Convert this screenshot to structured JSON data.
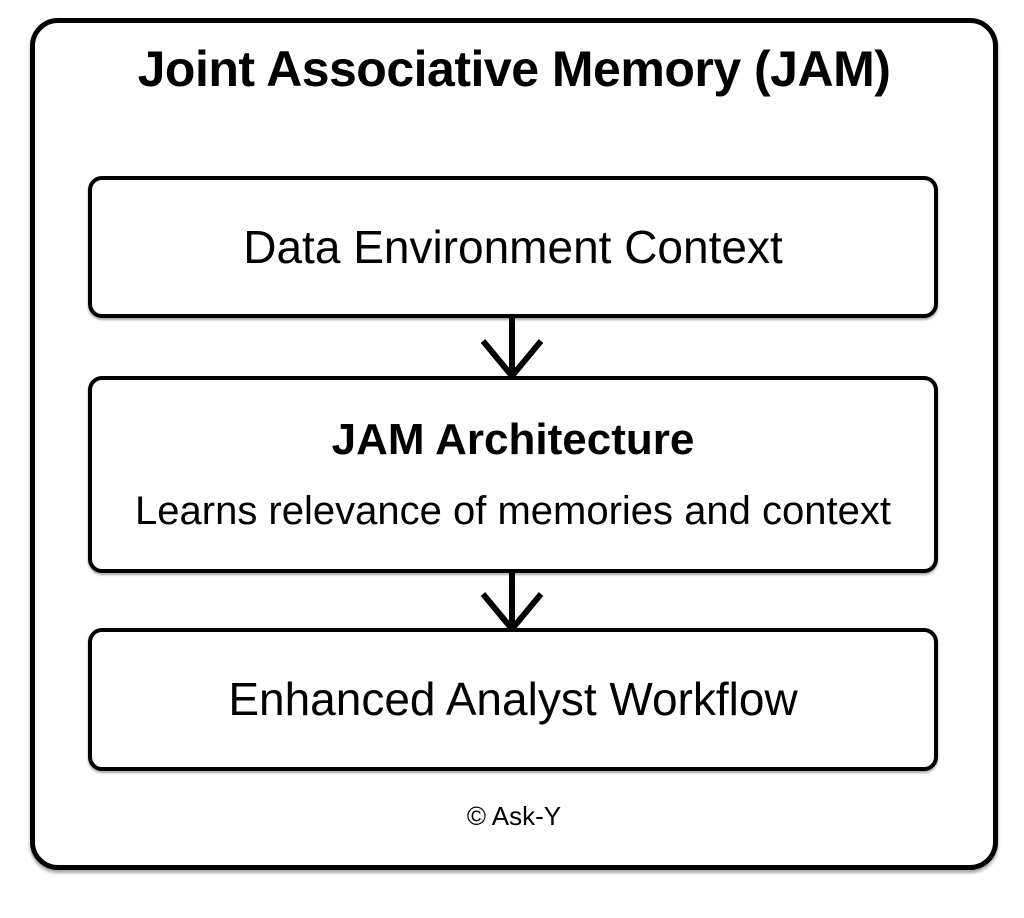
{
  "diagram": {
    "title": "Joint Associative Memory (JAM)",
    "nodes": [
      {
        "id": "data-environment-context",
        "label": "Data Environment Context"
      },
      {
        "id": "jam-architecture",
        "label": "JAM Architecture",
        "sublabel": "Learns relevance of memories and context"
      },
      {
        "id": "enhanced-analyst-workflow",
        "label": "Enhanced Analyst Workflow"
      }
    ],
    "edges": [
      {
        "from": "data-environment-context",
        "to": "jam-architecture",
        "style": "arrow-down"
      },
      {
        "from": "jam-architecture",
        "to": "enhanced-analyst-workflow",
        "style": "arrow-down"
      }
    ],
    "footer": "© Ask-Y",
    "colors": {
      "stroke": "#000000",
      "background": "#ffffff"
    }
  }
}
